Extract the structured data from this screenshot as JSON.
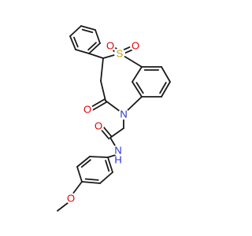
{
  "molecule": {
    "atoms": {
      "S1": {
        "label": "S",
        "color": "#c8a000"
      },
      "O1a": {
        "label": "O",
        "color": "#e00000"
      },
      "O1b": {
        "label": "O",
        "color": "#e00000"
      },
      "N5": {
        "label": "N",
        "color": "#2030d0"
      },
      "O4": {
        "label": "O",
        "color": "#e00000"
      },
      "Oam": {
        "label": "O",
        "color": "#e00000"
      },
      "Nam": {
        "label": "N",
        "color": "#2030d0"
      },
      "Ham": {
        "label": "H",
        "color": "#2030d0"
      },
      "Ome": {
        "label": "O",
        "color": "#e00000"
      }
    }
  }
}
